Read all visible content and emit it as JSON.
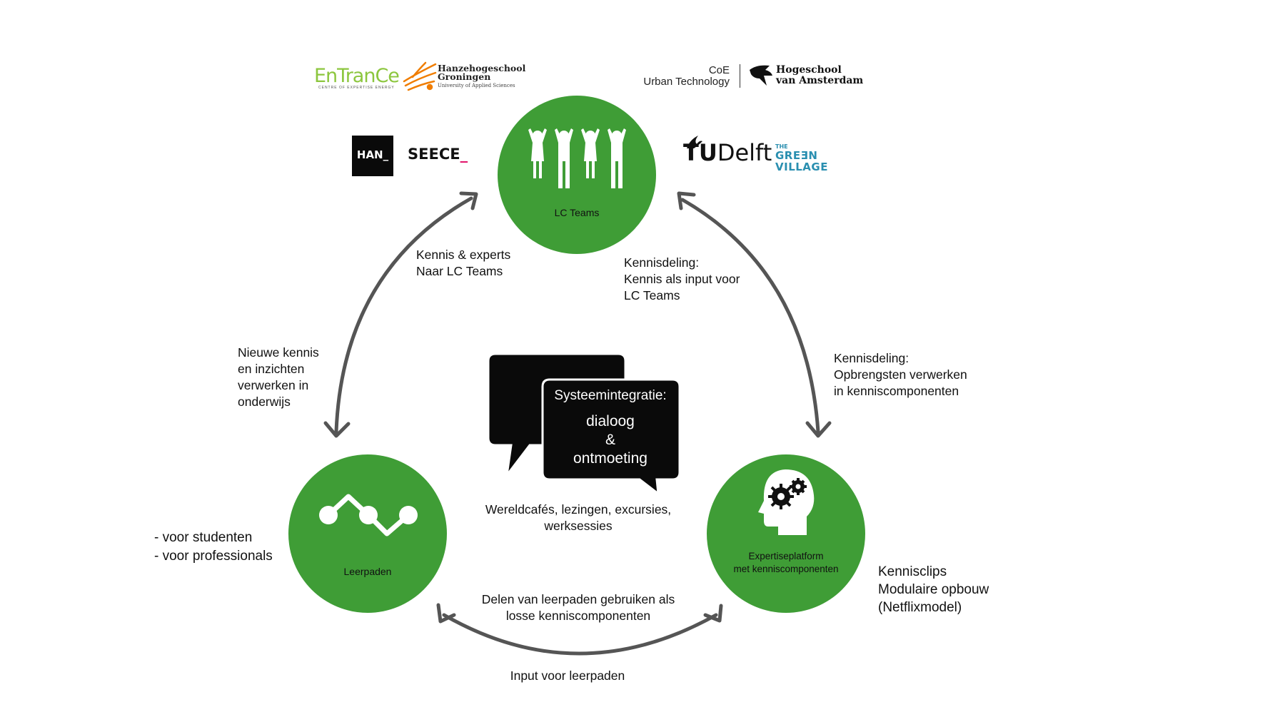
{
  "logos": {
    "entrance": {
      "text": "EnTranCe",
      "tagline": "CENTRE OF EXPERTISE ENERGY"
    },
    "hanze": {
      "line1": "Hanzehogeschool",
      "line2": "Groningen",
      "sub": "University of Applied Sciences"
    },
    "coe": {
      "line1": "CoE",
      "line2": "Urban Technology"
    },
    "hva": {
      "line1": "Hogeschool",
      "line2": "van Amsterdam"
    },
    "han": {
      "text": "HAN_"
    },
    "seece": {
      "text": "SEECE",
      "underscore": "_"
    },
    "tudelft": {
      "t": "T",
      "u": "U",
      "rest": "Delft"
    },
    "greenvillage": {
      "line1": "THE",
      "line2": "GREƎN",
      "line3": "VILLAGE"
    }
  },
  "nodes": {
    "lc_teams": {
      "label": "LC Teams",
      "icon": "people-group-icon"
    },
    "leerpaden": {
      "label": "Leerpaden",
      "icon": "path-nodes-icon"
    },
    "expertise": {
      "line1": "Expertiseplatform",
      "line2": "met kenniscomponenten",
      "icon": "head-gears-icon"
    }
  },
  "center": {
    "bubble_line1": "Systeemintegratie:",
    "bubble_line2": "dialoog",
    "bubble_line3": "&",
    "bubble_line4": "ontmoeting",
    "caption_line1": "Wereldcafés, lezingen, excursies,",
    "caption_line2": "werksessies"
  },
  "labels": {
    "kennis_experts": [
      "Kennis & experts",
      "Naar LC Teams"
    ],
    "kennisdeling_top": [
      "Kennisdeling:",
      "Kennis als input voor",
      "LC Teams"
    ],
    "nieuwe_kennis": [
      "Nieuwe kennis",
      "en inzichten",
      "verwerken in",
      "onderwijs"
    ],
    "kennisdeling_right": [
      "Kennisdeling:",
      "Opbrengsten verwerken",
      "in kenniscomponenten"
    ],
    "voor": [
      "- voor studenten",
      "- voor professionals"
    ],
    "kennisclips": [
      "Kennisclips",
      "Modulaire opbouw",
      "(Netflixmodel)"
    ],
    "delen": [
      "Delen van leerpaden gebruiken als",
      "losse kenniscomponenten"
    ],
    "input": "Input voor leerpaden"
  },
  "colors": {
    "node_green": "#3f9d36",
    "arrow_gray": "#555555",
    "bubble_black": "#0a0a0a",
    "entrance_green": "#8cc63e",
    "entrance_orange": "#f39200",
    "hanze_orange": "#f07d00",
    "greenvillage_blue": "#2a8fb0",
    "seece_pink": "#e2156b"
  }
}
